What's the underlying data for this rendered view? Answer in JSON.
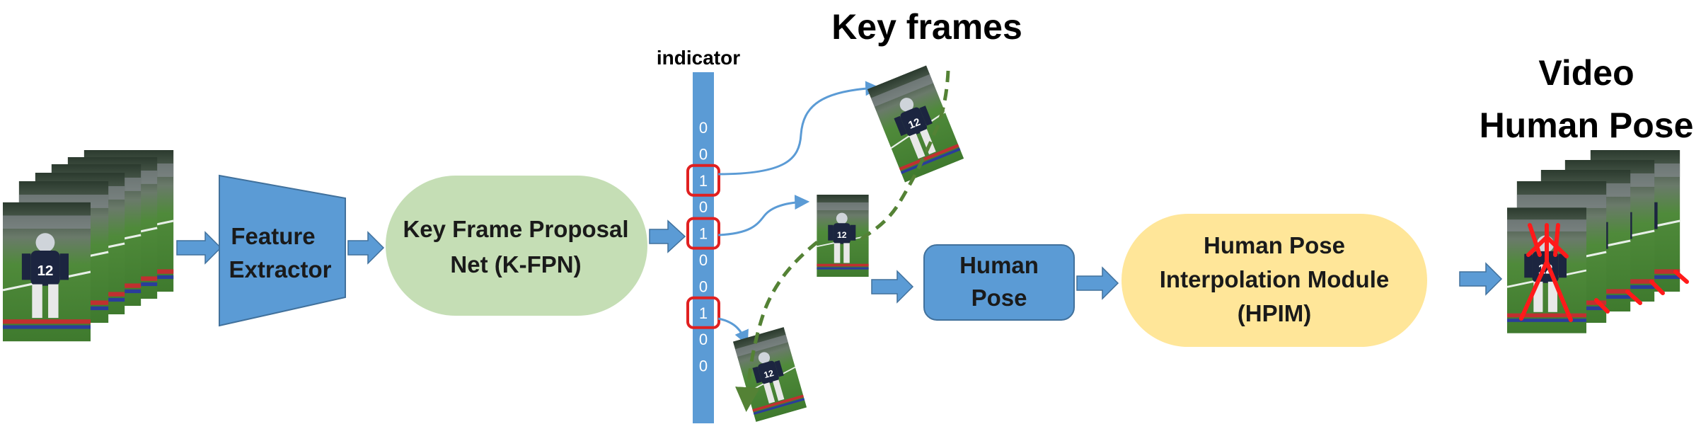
{
  "stages": {
    "feature_extractor": {
      "line1": "Feature",
      "line2": "Extractor"
    },
    "kfpn": {
      "line1": "Key Frame Proposal",
      "line2": "Net (K-FPN)"
    },
    "human_pose": {
      "line1": "Human",
      "line2": "Pose"
    },
    "hpim": {
      "line1": "Human Pose",
      "line2": "Interpolation Module",
      "line3": "(HPIM)"
    }
  },
  "indicator": {
    "label": "indicator",
    "bits": [
      "0",
      "0",
      "1",
      "0",
      "1",
      "0",
      "0",
      "1",
      "0",
      "0"
    ],
    "selected_indices": [
      2,
      4,
      7
    ]
  },
  "key_frames_title": "Key frames",
  "output_title": {
    "line1": "Video",
    "line2": "Human Pose"
  },
  "colors": {
    "stage_blue": "#5b9bd5",
    "stage_blue_dark": "#41719c",
    "kfpn_green": "#c5deb5",
    "hpim_yellow": "#ffe699",
    "highlight_red": "#e02020",
    "flow_arrow": "#5b9bd5",
    "interp_dashed": "#548235",
    "skeleton_red": "#ff1a1a"
  }
}
